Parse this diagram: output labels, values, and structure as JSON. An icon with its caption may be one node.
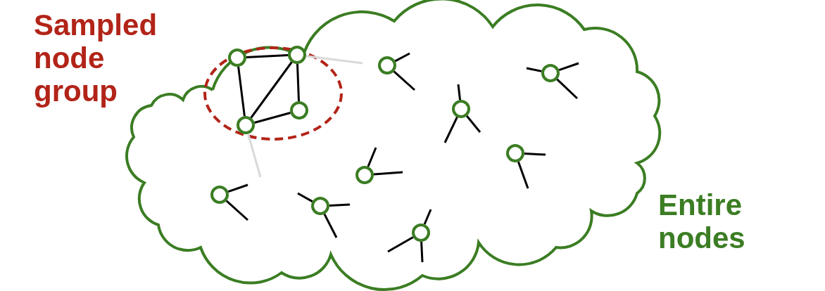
{
  "diagram": {
    "nodes": [
      {
        "text": [],
        "shape": "cloud",
        "beside": [
          "Entire nodes"
        ]
      },
      {
        "text": [],
        "shape": "ellipse",
        "beside": [
          "Sampled node group"
        ],
        "in": 0
      },
      {
        "text": [],
        "shape": "circle",
        "in": 1
      },
      {
        "text": [],
        "shape": "circle",
        "in": 1
      },
      {
        "text": [],
        "shape": "circle",
        "in": 1
      },
      {
        "text": [],
        "shape": "circle",
        "in": 1
      },
      {
        "text": [],
        "shape": "circle",
        "in": 0
      },
      {
        "text": [],
        "shape": "circle",
        "in": 0
      },
      {
        "text": [],
        "shape": "circle",
        "in": 0
      },
      {
        "text": [],
        "shape": "circle",
        "in": 0
      },
      {
        "text": [],
        "shape": "circle",
        "in": 0
      },
      {
        "text": [],
        "shape": "circle",
        "in": 0
      },
      {
        "text": [],
        "shape": "circle",
        "in": 0
      },
      {
        "text": [],
        "shape": "circle",
        "in": 0
      }
    ],
    "edges": [
      {
        "from": 2,
        "to": 3,
        "arrow": "none"
      },
      {
        "from": 2,
        "to": 5,
        "arrow": "none"
      },
      {
        "from": 3,
        "to": 5,
        "arrow": "none"
      },
      {
        "from": 3,
        "to": 4,
        "arrow": "none"
      },
      {
        "from": 4,
        "to": 5,
        "arrow": "none"
      },
      {
        "from": 3,
        "to": null,
        "arrow": "none",
        "color": "#d9d9d9"
      },
      {
        "from": 5,
        "to": null,
        "arrow": "none",
        "color": "#d9d9d9"
      },
      {
        "from": 6,
        "to": null,
        "arrow": "none"
      },
      {
        "from": 6,
        "to": null,
        "arrow": "none"
      },
      {
        "from": 7,
        "to": null,
        "arrow": "none"
      },
      {
        "from": 7,
        "to": null,
        "arrow": "none"
      },
      {
        "from": 7,
        "to": null,
        "arrow": "none"
      },
      {
        "from": 8,
        "to": null,
        "arrow": "none"
      },
      {
        "from": 8,
        "to": null,
        "arrow": "none"
      },
      {
        "from": 8,
        "to": null,
        "arrow": "none"
      },
      {
        "from": 9,
        "to": null,
        "arrow": "none"
      },
      {
        "from": 9,
        "to": null,
        "arrow": "none"
      },
      {
        "from": 10,
        "to": null,
        "arrow": "none"
      },
      {
        "from": 10,
        "to": null,
        "arrow": "none"
      },
      {
        "from": 11,
        "to": null,
        "arrow": "none"
      },
      {
        "from": 11,
        "to": null,
        "arrow": "none"
      },
      {
        "from": 12,
        "to": null,
        "arrow": "none"
      },
      {
        "from": 12,
        "to": null,
        "arrow": "none"
      },
      {
        "from": 12,
        "to": null,
        "arrow": "none"
      },
      {
        "from": 13,
        "to": null,
        "arrow": "none"
      },
      {
        "from": 13,
        "to": null,
        "arrow": "none"
      },
      {
        "from": 13,
        "to": null,
        "arrow": "none"
      }
    ]
  }
}
